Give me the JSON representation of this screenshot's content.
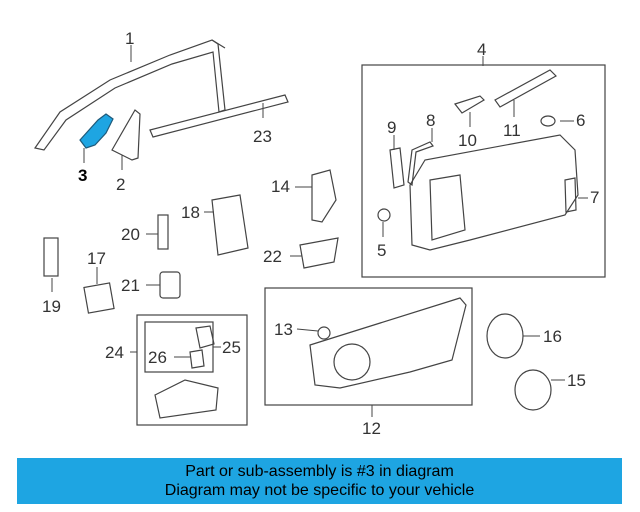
{
  "diagram": {
    "highlight_color": "#1ea5e2",
    "callouts": {
      "c1": "1",
      "c2": "2",
      "c3": "3",
      "c4": "4",
      "c5": "5",
      "c6": "6",
      "c7": "7",
      "c8": "8",
      "c9": "9",
      "c10": "10",
      "c11": "11",
      "c12": "12",
      "c13": "13",
      "c14": "14",
      "c15": "15",
      "c16": "16",
      "c17": "17",
      "c18": "18",
      "c19": "19",
      "c20": "20",
      "c21": "21",
      "c22": "22",
      "c23": "23",
      "c24": "24",
      "c25": "25",
      "c26": "26"
    }
  },
  "banner": {
    "line1": "Part or sub-assembly is #3 in diagram",
    "line2": "Diagram may not be specific to your vehicle",
    "background": "#1ea5e2"
  }
}
